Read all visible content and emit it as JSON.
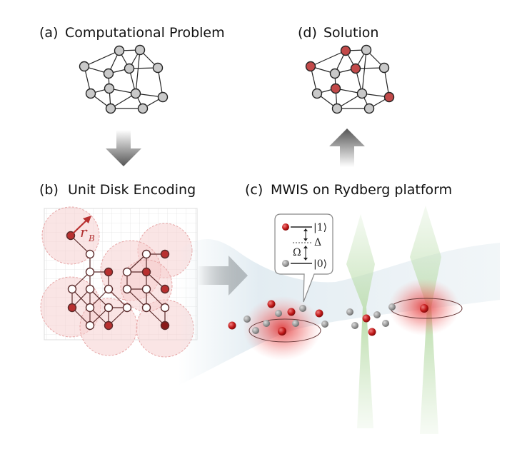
{
  "panels": {
    "a": {
      "letter": "(a)",
      "title": "Computational Problem"
    },
    "b": {
      "letter": "(b)",
      "title": "Unit Disk Encoding"
    },
    "c": {
      "letter": "(c)",
      "title": "MWIS on Rydberg platform"
    },
    "d": {
      "letter": "(d)",
      "title": "Solution"
    }
  },
  "symbols": {
    "radius_main": "r",
    "radius_sub": "B",
    "state_excited": "|1⟩",
    "state_ground": "|0⟩",
    "detuning": "Δ",
    "rabi": "Ω"
  },
  "colors": {
    "node_gray": "#c9c9c9",
    "node_red": "#c24a4a",
    "atom_red": "#b82020",
    "atom_gray": "#9a9a9a",
    "disk_fill": "#f6d0d0",
    "beam_green": "#cfe7c4",
    "cloud_blue": "#dbe7ee"
  }
}
